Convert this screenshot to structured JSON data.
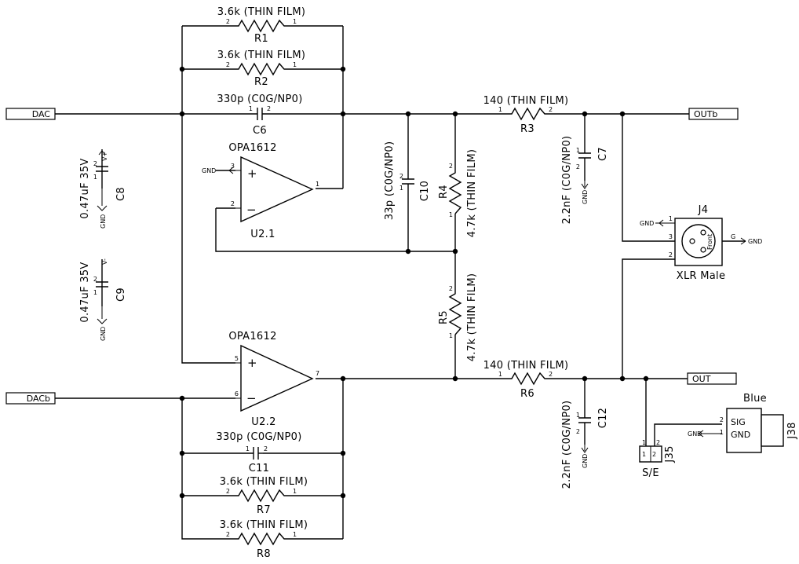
{
  "ports": {
    "dac": "DAC",
    "dacb": "DACb",
    "outb": "OUTb",
    "out": "OUT"
  },
  "resistors": {
    "r1": {
      "ref": "R1",
      "value": "3.6k (THIN FILM)"
    },
    "r2": {
      "ref": "R2",
      "value": "3.6k (THIN FILM)"
    },
    "r3": {
      "ref": "R3",
      "value": "140 (THIN FILM)"
    },
    "r4": {
      "ref": "R4",
      "value": "4.7k (THIN FILM)"
    },
    "r5": {
      "ref": "R5",
      "value": "4.7k (THIN FILM)"
    },
    "r6": {
      "ref": "R6",
      "value": "140 (THIN FILM)"
    },
    "r7": {
      "ref": "R7",
      "value": "3.6k (THIN FILM)"
    },
    "r8": {
      "ref": "R8",
      "value": "3.6k (THIN FILM)"
    }
  },
  "capacitors": {
    "c6": {
      "ref": "C6",
      "value": "330p (C0G/NP0)"
    },
    "c7": {
      "ref": "C7",
      "value": "2.2nF (C0G/NP0)"
    },
    "c8": {
      "ref": "C8",
      "value": "0.47uF 35V"
    },
    "c9": {
      "ref": "C9",
      "value": "0.47uF 35V"
    },
    "c10": {
      "ref": "C10",
      "value": "33p (C0G/NP0)"
    },
    "c11": {
      "ref": "C11",
      "value": "330p (C0G/NP0)"
    },
    "c12": {
      "ref": "C12",
      "value": "2.2nF (C0G/NP0)"
    }
  },
  "opamps": {
    "u21": {
      "ref": "U2.1",
      "part": "OPA1612"
    },
    "u22": {
      "ref": "U2.2",
      "part": "OPA1612"
    }
  },
  "connectors": {
    "j4": {
      "ref": "J4",
      "name": "XLR Male",
      "front": "Front",
      "pin_g": "G"
    },
    "j35": {
      "ref": "J35",
      "name": "S/E"
    },
    "j38": {
      "ref": "J38",
      "color": "Blue",
      "sig": "SIG",
      "gnd": "GND"
    }
  },
  "nets": {
    "gnd": "GND",
    "vplus": "V+",
    "vminus": "V-"
  },
  "pins": {
    "p1": "1",
    "p2": "2",
    "p3": "3",
    "p5": "5",
    "p6": "6",
    "p7": "7",
    "plus": "+",
    "minus": "−"
  }
}
